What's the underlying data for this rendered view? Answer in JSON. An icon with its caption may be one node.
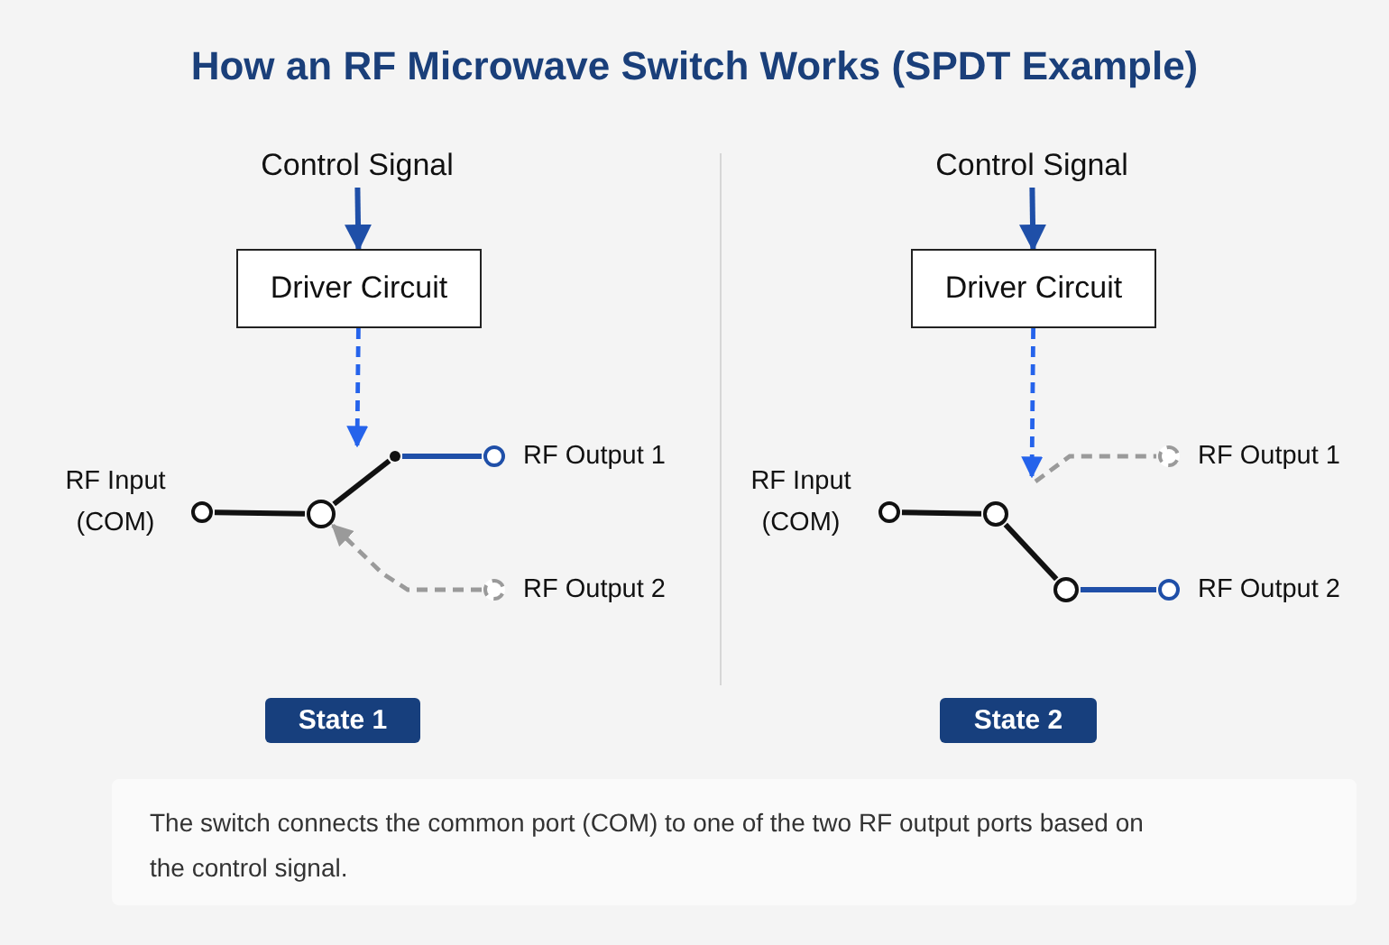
{
  "diagram": {
    "title": "How an RF Microwave Switch Works (SPDT Example)",
    "nodes": [
      {
        "text": [
          "Control Signal"
        ]
      },
      {
        "text": [
          "Driver Circuit"
        ]
      },
      {
        "text": [],
        "shape": "circle",
        "beside": [
          "RF Input (COM)"
        ]
      },
      {
        "text": [],
        "shape": "circle"
      },
      {
        "text": [],
        "shape": "circle"
      },
      {
        "text": [],
        "shape": "circle",
        "beside": [
          "RF Output 1"
        ]
      },
      {
        "text": [],
        "shape": "circle",
        "beside": [
          "RF Output 2"
        ]
      },
      {
        "text": [
          "State 1"
        ]
      },
      {
        "text": [
          "Control Signal"
        ]
      },
      {
        "text": [
          "Driver Circuit"
        ]
      },
      {
        "text": [],
        "shape": "circle",
        "beside": [
          "RF Input (COM)"
        ]
      },
      {
        "text": [],
        "shape": "circle"
      },
      {
        "text": [],
        "shape": "circle"
      },
      {
        "text": [],
        "shape": "circle",
        "beside": [
          "RF Output 1"
        ]
      },
      {
        "text": [],
        "shape": "circle",
        "beside": [
          "RF Output 2"
        ]
      },
      {
        "text": [
          "State 2"
        ]
      }
    ],
    "edges": [
      {
        "from": 0,
        "to": 1,
        "arrow": "to",
        "color": "#1f4fa8"
      },
      {
        "from": 1,
        "to": 4,
        "arrow": "to",
        "style": "dashed",
        "color": "#2563eb"
      },
      {
        "from": 2,
        "to": 3,
        "arrow": "none",
        "color": "#111111"
      },
      {
        "from": 3,
        "to": 4,
        "arrow": "none",
        "color": "#111111"
      },
      {
        "from": 4,
        "to": 5,
        "arrow": "none",
        "color": "#1f4fa8"
      },
      {
        "from": 6,
        "to": 3,
        "arrow": "to",
        "style": "dashed",
        "color": "#9a9a9a"
      },
      {
        "from": 8,
        "to": 9,
        "arrow": "to",
        "color": "#1f4fa8"
      },
      {
        "from": 9,
        "to": 11,
        "arrow": "to",
        "style": "dashed",
        "color": "#2563eb"
      },
      {
        "from": 10,
        "to": 11,
        "arrow": "none",
        "color": "#111111"
      },
      {
        "from": 11,
        "to": 12,
        "arrow": "none",
        "color": "#111111"
      },
      {
        "from": 12,
        "to": 14,
        "arrow": "none",
        "color": "#1f4fa8"
      },
      {
        "from": null,
        "to": 13,
        "arrow": "none",
        "style": "dashed",
        "color": "#9a9a9a"
      }
    ],
    "caption": "The switch connects the common port (COM) to one of the two RF output ports based on the control signal."
  }
}
